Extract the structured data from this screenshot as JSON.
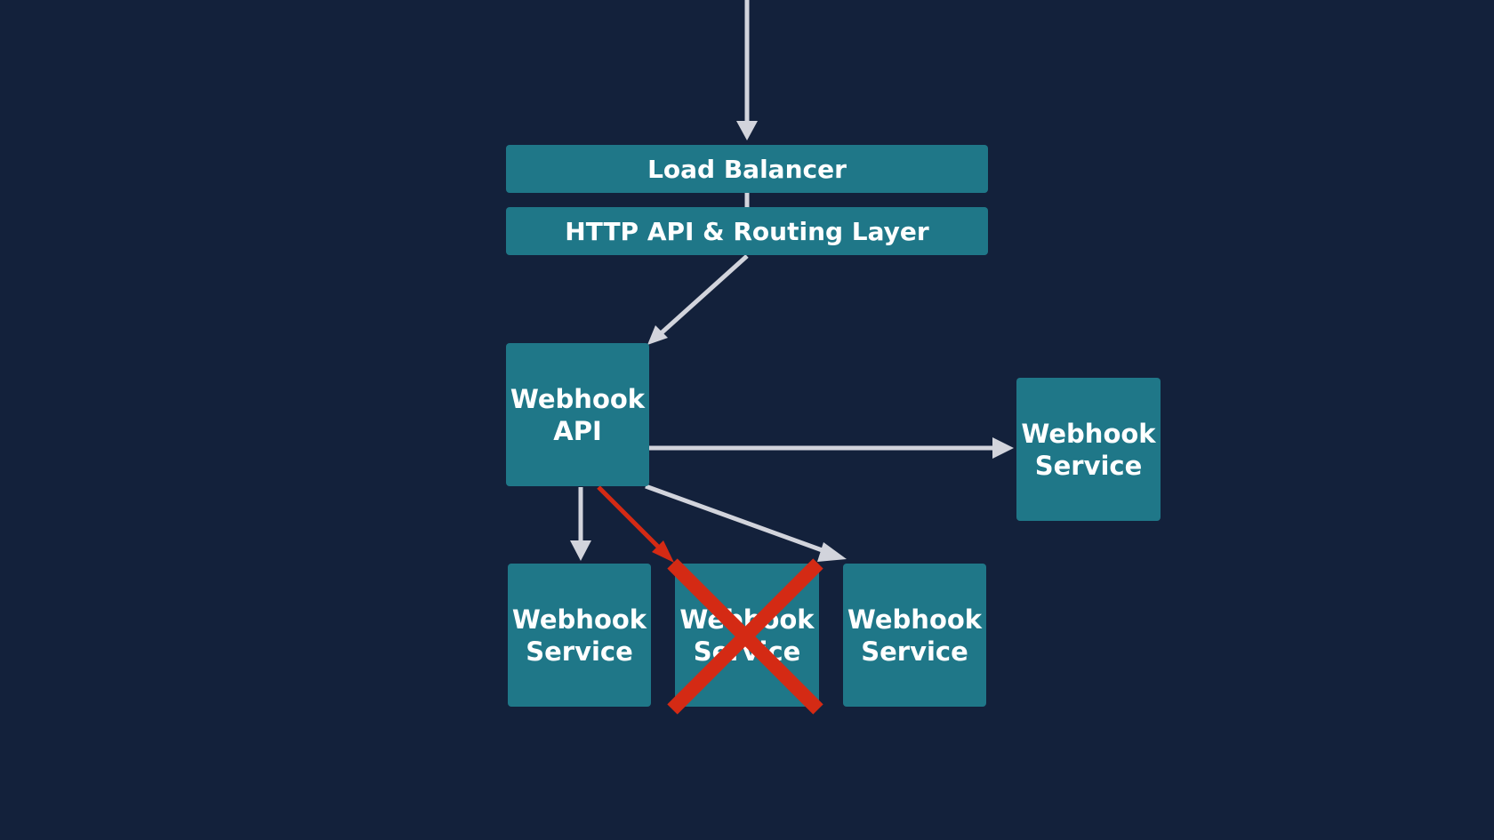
{
  "colors": {
    "background": "#13213b",
    "node": "#1f7788",
    "text": "#ffffff",
    "arrow": "#d2d4dc",
    "failure": "#d42a14"
  },
  "nodes": {
    "load_balancer": "Load Balancer",
    "routing_layer": "HTTP API & Routing Layer",
    "webhook_api": [
      "Webhook",
      "API"
    ],
    "service_right": [
      "Webhook",
      "Service"
    ],
    "service_left": [
      "Webhook",
      "Service"
    ],
    "service_failed": [
      "Webhook",
      "Service"
    ],
    "service_middle_right": [
      "Webhook",
      "Service"
    ]
  },
  "failure_marker": "x-icon",
  "links": [
    {
      "from": "client",
      "to": "load_balancer"
    },
    {
      "from": "load_balancer",
      "to": "routing_layer"
    },
    {
      "from": "routing_layer",
      "to": "webhook_api"
    },
    {
      "from": "webhook_api",
      "to": "service_right"
    },
    {
      "from": "webhook_api",
      "to": "service_left"
    },
    {
      "from": "webhook_api",
      "to": "service_failed",
      "status": "failed"
    },
    {
      "from": "webhook_api",
      "to": "service_middle_right"
    }
  ]
}
